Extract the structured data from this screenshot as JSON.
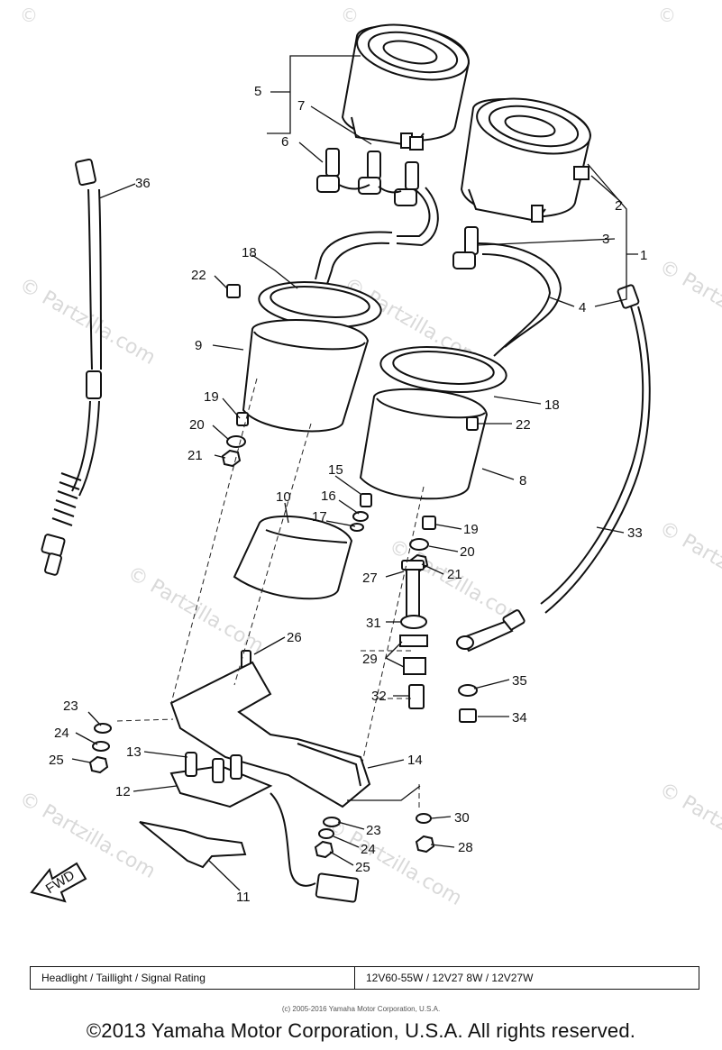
{
  "watermark": {
    "text": "© Partzilla.com",
    "short": "©"
  },
  "callouts": [
    "1",
    "2",
    "3",
    "4",
    "5",
    "6",
    "7",
    "8",
    "9",
    "10",
    "11",
    "12",
    "13",
    "14",
    "15",
    "16",
    "17",
    "18",
    "19",
    "20",
    "21",
    "22",
    "23",
    "24",
    "25",
    "26",
    "27",
    "28",
    "29",
    "30",
    "31",
    "32",
    "33",
    "34",
    "35",
    "36"
  ],
  "fwd_label": "FWD",
  "rating_table": {
    "label": "Headlight / Taillight / Signal Rating",
    "value": "12V60-55W / 12V27 8W / 12V27W"
  },
  "small_copyright": "(c) 2005-2016 Yamaha Motor Corporation, U.S.A.",
  "copyright": "©2013 Yamaha Motor Corporation, U.S.A. All rights reserved."
}
